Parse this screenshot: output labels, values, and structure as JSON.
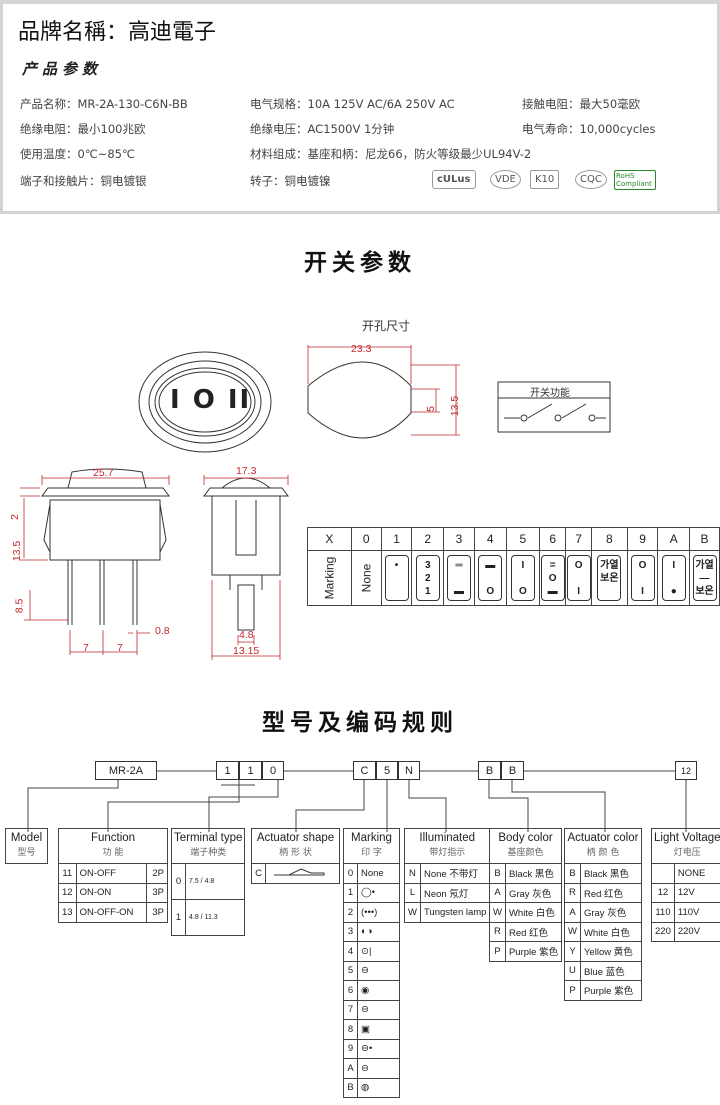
{
  "header": {
    "brand": "品牌名稱：高迪電子",
    "params_title": "产品参数"
  },
  "specs": [
    [
      "产品名称：MR-2A-130-C6N-BB",
      "电气规格：10A  125V  AC/6A 250V  AC",
      "接触电阻：最大50毫欧"
    ],
    [
      "绝缘电阻：最小100兆欧",
      "绝缘电压：AC1500V 1分钟",
      "电气寿命：10,000cycles"
    ],
    [
      "使用温度：0℃~85℃",
      "材料组成：基座和柄：尼龙66，防火等级最少UL94V-2",
      ""
    ],
    [
      "端子和接触片：铜电镀银",
      "转子：铜电镀镍",
      ""
    ]
  ],
  "logos": [
    "cULus",
    "VDE",
    "K10",
    "CQC",
    "RoHS Compliant"
  ],
  "section1": {
    "title": "开关参数",
    "hole_label": "开孔尺寸",
    "function_label": "开关功能",
    "actuator_marking": "I O II"
  },
  "dims": {
    "hole_w": "23.3",
    "hole_h": "13.5",
    "hole_flat": "5",
    "side_w": "25.7",
    "side_top": "2",
    "side_body": "13.5",
    "side_pin": "8.5",
    "pin_w": "0.8",
    "pitch1": "7",
    "pitch2": "7",
    "front_w": "17.3",
    "front_tab": "4.8",
    "front_base": "13.15"
  },
  "marking_table": {
    "header": [
      "X",
      "0",
      "1",
      "2",
      "3",
      "4",
      "5",
      "6",
      "7",
      "8",
      "9",
      "A",
      "B"
    ],
    "row_label": "Marking",
    "none": "None",
    "symbols": [
      "•",
      "3\n2\n1",
      "═\n\n▬",
      "▬\n\nO",
      "I\n\nO",
      "=\nO\n▬",
      "O\n\nI",
      "가열\n보온",
      "O\n\nI",
      "I\n\n●",
      "가열\n—\n보온"
    ]
  },
  "section2": {
    "title": "型号及编码规则"
  },
  "code": {
    "prefix": "MR-2A",
    "digits": [
      "1",
      "1",
      "0"
    ],
    "act": [
      "C",
      "5",
      "N"
    ],
    "colors": [
      "B",
      "B"
    ],
    "volt": "12"
  },
  "tables": {
    "model": {
      "en": "Model",
      "cn": "型号"
    },
    "function": {
      "en": "Function",
      "cn": "功  能",
      "rows": [
        [
          "11",
          "ON-OFF",
          "2P"
        ],
        [
          "12",
          "ON-ON",
          "3P"
        ],
        [
          "13",
          "ON-OFF-ON",
          "3P"
        ]
      ]
    },
    "terminal": {
      "en": "Terminal type",
      "cn": "端子种类",
      "rows": [
        [
          "0",
          "7.5 / 4.8"
        ],
        [
          "1",
          "4.8 / 11.3"
        ]
      ]
    },
    "actuator_shape": {
      "en": "Actuator shape",
      "cn": "柄 形 状",
      "rows": [
        [
          "C",
          ""
        ]
      ]
    },
    "marking": {
      "en": "Marking",
      "cn": "印  字",
      "rows": [
        [
          "0",
          "None"
        ],
        [
          "1",
          "◯•"
        ],
        [
          "2",
          "(•••)"
        ],
        [
          "3",
          "◐◑"
        ],
        [
          "4",
          "⊙|"
        ],
        [
          "5",
          "⊖"
        ],
        [
          "6",
          "◉"
        ],
        [
          "7",
          "⊖"
        ],
        [
          "8",
          "▣"
        ],
        [
          "9",
          "⊖•"
        ],
        [
          "A",
          "⊖"
        ],
        [
          "B",
          "◍"
        ]
      ]
    },
    "illuminated": {
      "en": "Illuminated",
      "cn": "带灯指示",
      "rows": [
        [
          "N",
          "None 不带灯"
        ],
        [
          "L",
          "Neon 氖灯"
        ],
        [
          "W",
          "Tungsten lamp"
        ]
      ]
    },
    "body_color": {
      "en": "Body color",
      "cn": "基座颜色",
      "rows": [
        [
          "B",
          "Black 黑色"
        ],
        [
          "A",
          "Gray 灰色"
        ],
        [
          "W",
          "White 白色"
        ],
        [
          "R",
          "Red 红色"
        ],
        [
          "P",
          "Purple 紫色"
        ]
      ]
    },
    "actuator_color": {
      "en": "Actuator color",
      "cn": "柄 颜 色",
      "rows": [
        [
          "B",
          "Black 黑色"
        ],
        [
          "R",
          "Red  红色"
        ],
        [
          "A",
          "Gray 灰色"
        ],
        [
          "W",
          "White 白色"
        ],
        [
          "Y",
          "Yellow 黄色"
        ],
        [
          "U",
          "Blue 蓝色"
        ],
        [
          "P",
          "Purple 紫色"
        ]
      ]
    },
    "light_voltage": {
      "en": "Light Voltage",
      "cn": "灯电压",
      "rows": [
        [
          "",
          "NONE"
        ],
        [
          "12",
          "12V"
        ],
        [
          "110",
          "110V"
        ],
        [
          "220",
          "220V"
        ]
      ]
    }
  },
  "colors": {
    "dimension": "#c0282d",
    "border": "#d4d4d4"
  }
}
